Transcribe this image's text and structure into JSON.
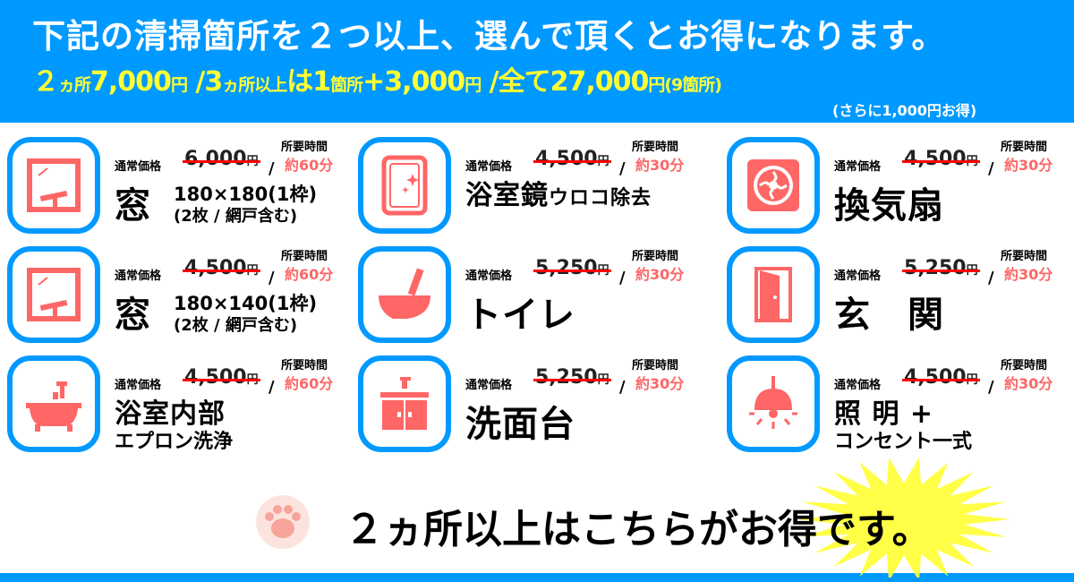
{
  "header": {
    "headline": "下記の清掃箇所を２つ以上、選んで頂くとお得になります。",
    "pricing": [
      {
        "t": "２",
        "s": false
      },
      {
        "t": "ヵ",
        "s": true
      },
      {
        "t": "所",
        "s": true
      },
      {
        "t": "7,000",
        "s": false
      },
      {
        "t": "円",
        "s": true
      },
      {
        "t": " /3",
        "s": false
      },
      {
        "t": "ヵ",
        "s": true
      },
      {
        "t": "所以上",
        "s": true
      },
      {
        "t": "は1",
        "s": false
      },
      {
        "t": "箇所",
        "s": true
      },
      {
        "t": "+3,000",
        "s": false
      },
      {
        "t": "円",
        "s": true
      },
      {
        "t": " /全て27,000",
        "s": false
      },
      {
        "t": "円(9箇所)",
        "s": true
      }
    ],
    "note": "(さらに1,000円お得)"
  },
  "labels": {
    "regular_price": "通常価格",
    "required_time": "所要時間",
    "yen": "円",
    "slash": "/"
  },
  "colors": {
    "blue": "#0099ff",
    "coral": "#ff6666",
    "yellow": "#ffff33",
    "strike": "#ff0000"
  },
  "items": [
    {
      "icon": "window-squeegee-icon",
      "price": "6,000",
      "time": "約60分",
      "name": "窓",
      "spec1": "180×180(1枠)",
      "spec2": "(2枚 / 網戸含む)"
    },
    {
      "icon": "mirror-sparkle-icon",
      "price": "4,500",
      "time": "約30分",
      "name": "浴室鏡",
      "name_small": "ウロコ除去"
    },
    {
      "icon": "ventilation-fan-icon",
      "price": "4,500",
      "time": "約30分",
      "name": "換気扇"
    },
    {
      "icon": "window-squeegee-icon",
      "price": "4,500",
      "time": "約60分",
      "name": "窓",
      "spec1": "180×140(1枠)",
      "spec2": "(2枚 / 網戸含む)"
    },
    {
      "icon": "toilet-icon",
      "price": "5,250",
      "time": "約30分",
      "name": "トイレ"
    },
    {
      "icon": "door-icon",
      "price": "5,250",
      "time": "約30分",
      "name": "玄　関"
    },
    {
      "icon": "bathtub-icon",
      "price": "4,500",
      "time": "約60分",
      "name": "浴室内部",
      "sub": "エプロン洗浄"
    },
    {
      "icon": "washbasin-icon",
      "price": "5,250",
      "time": "約30分",
      "name": "洗面台"
    },
    {
      "icon": "ceiling-lamp-icon",
      "price": "4,500",
      "time": "約30分",
      "name": "照 明 +",
      "sub": "コンセント一式"
    }
  ],
  "footer": {
    "cta": "２ヵ所以上はこちらがお得です。"
  }
}
